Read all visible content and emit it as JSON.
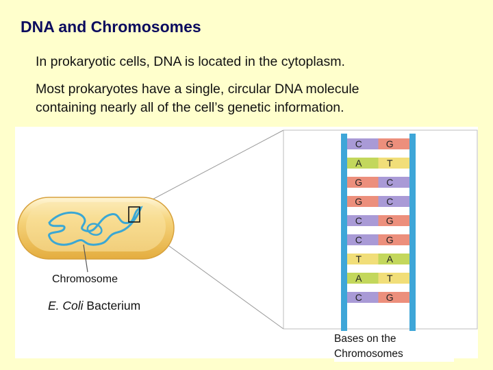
{
  "slide": {
    "title": "DNA and Chromosomes",
    "paragraph1": "In prokaryotic cells, DNA is located in the cytoplasm.",
    "paragraph2_line1": "Most prokaryotes have a single, circular DNA molecule",
    "paragraph2_line2": "containing nearly all of the cell’s genetic information."
  },
  "figure": {
    "chromosome_label": "Chromosome",
    "bacterium_name": "E. Coli",
    "bacterium_word": "Bacterium",
    "bases_label_line1": "Bases on the",
    "bases_label_line2": "Chromosomes",
    "base_pairs": [
      {
        "left": "C",
        "right": "G"
      },
      {
        "left": "A",
        "right": "T"
      },
      {
        "left": "G",
        "right": "C"
      },
      {
        "left": "G",
        "right": "C"
      },
      {
        "left": "C",
        "right": "G"
      },
      {
        "left": "C",
        "right": "G"
      },
      {
        "left": "T",
        "right": "A"
      },
      {
        "left": "A",
        "right": "T"
      },
      {
        "left": "C",
        "right": "G"
      }
    ],
    "colors": {
      "C": "#a99ad6",
      "G": "#ec8f7c",
      "A": "#c3d75c",
      "T": "#f1de79",
      "backbone": "#3ea6d8",
      "cell_fill": "#f3c75f",
      "dna_strand": "#3aa7d4"
    }
  }
}
